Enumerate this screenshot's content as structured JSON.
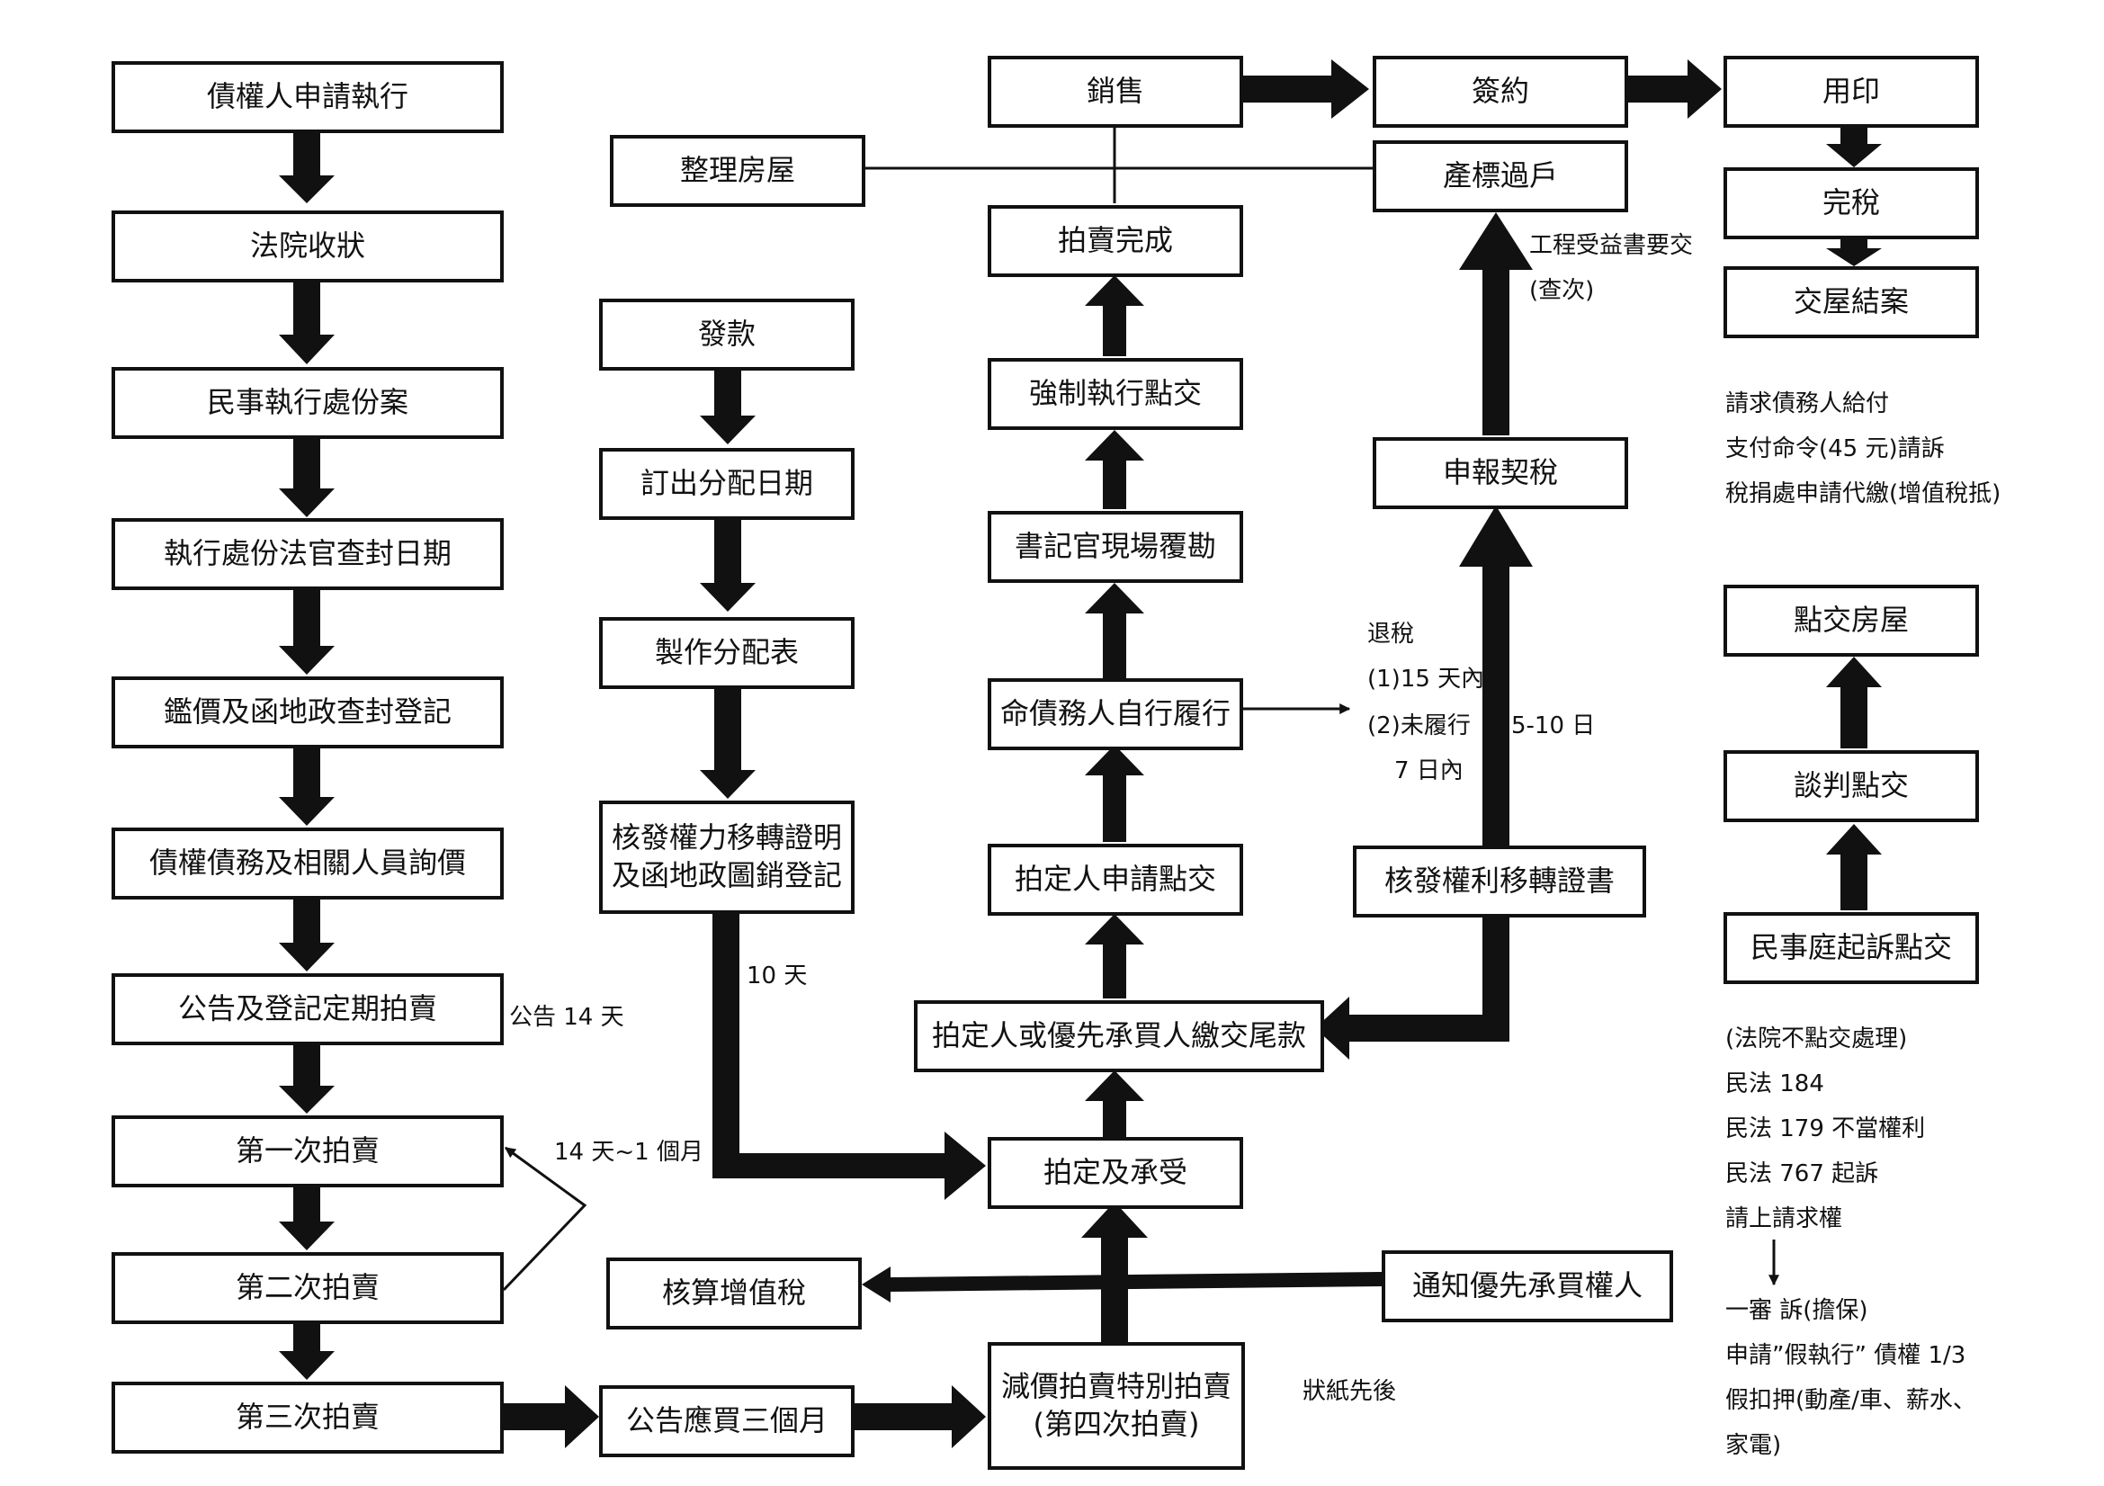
{
  "boxes": {
    "creditor_apply": "債權人申請執行",
    "court_receive": "法院收狀",
    "civil_exec": "民事執行處份案",
    "judge_seal_date": "執行處份法官查封日期",
    "appraise_register": "鑑價及函地政查封登記",
    "price_inquiry": "債權債務及相關人員詢價",
    "announce_auction": "公告及登記定期拍賣",
    "auction_1": "第一次拍賣",
    "auction_2": "第二次拍賣",
    "auction_3": "第三次拍賣",
    "announce_3_months": "公告應買三個月",
    "reduced_auction": "減價拍賣特別拍賣\n(第四次拍賣)",
    "calc_vat": "核算增值稅",
    "notify_priority": "通知優先承買權人",
    "auction_accept": "拍定及承受",
    "pay_balance": "拍定人或優先承買人繳交尾款",
    "winner_apply_handover": "拍定人申請點交",
    "debtor_self_perform": "命債務人自行履行",
    "clerk_onsite": "書記官現場覆勘",
    "forced_handover": "強制執行點交",
    "auction_done": "拍賣完成",
    "tidy_house": "整理房屋",
    "payout": "發款",
    "set_distribution_date": "訂出分配日期",
    "make_distribution_table": "製作分配表",
    "issue_cert_deregister": "核發權力移轉證明\n及函地政圖銷登記",
    "issue_transfer_cert": "核發權利移轉證書",
    "declare_deed_tax": "申報契稅",
    "property_transfer": "產標過戶",
    "sales": "銷售",
    "sign_contract": "簽約",
    "stamp": "用印",
    "tax_paid": "完稅",
    "handover_close": "交屋結案",
    "house_handover": "點交房屋",
    "negotiate_handover": "談判點交",
    "civil_suit_handover": "民事庭起訴點交"
  },
  "notes": {
    "announce_14_days": "公告 14 天",
    "days_14_1_month": "14 天~1 個月",
    "days_10": "10 天",
    "paper_order": "狀紙先後",
    "refund_tax": "退稅",
    "within_15_days": "(1)15 天內",
    "not_performed": "(2)未履行",
    "days_5_10": "5-10 日",
    "within_7_days": "7 日內",
    "engineering_benefit_1": "工程受益書要交",
    "engineering_benefit_2": "(查次)",
    "right_block": [
      "請求債務人給付",
      "支付命令(45 元)請訴",
      "稅捐處申請代繳(增值稅抵)"
    ],
    "law_block": [
      "(法院不點交處理)",
      "民法  184",
      "民法  179  不當權利",
      "民法  767  起訴",
      "請上請求權"
    ],
    "suit_block": [
      "一審  訴(擔保)",
      "申請”假執行”  債權 1/3",
      "假扣押(動產/車、薪水、",
      "家電)"
    ]
  },
  "colors": {
    "line": "#111111",
    "background": "#ffffff"
  }
}
